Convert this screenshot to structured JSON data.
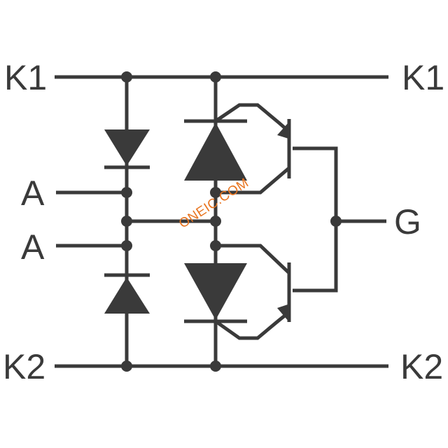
{
  "labels": {
    "k1_left": "K1",
    "k1_right": "K1",
    "a_top": "A",
    "a_bottom": "A",
    "g": "G",
    "k2_left": "K2",
    "k2_right": "K2"
  },
  "watermark": "ONEIC.COM",
  "colors": {
    "ink": "#3a3a3a",
    "watermark": "#e8741f",
    "background": "#ffffff"
  }
}
